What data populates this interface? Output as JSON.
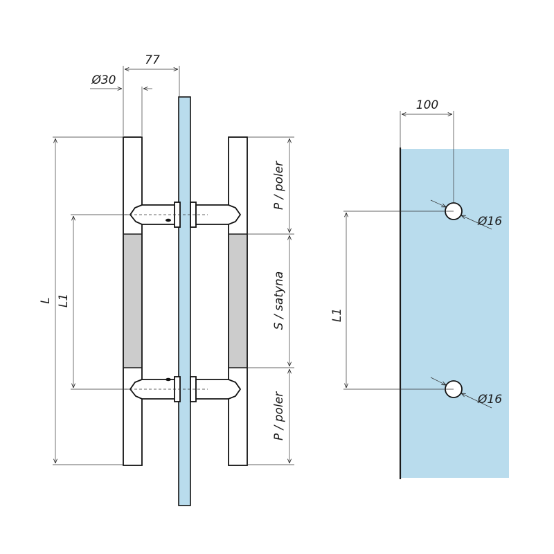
{
  "colors": {
    "glass": "#b9dced",
    "satin": "#cccccc",
    "line": "#111111"
  },
  "dimensions": {
    "offset": "77",
    "diameter_bar": "Ø30",
    "length_total": "L",
    "length_holes": "L1",
    "polished_top": "P / poler",
    "satin_mid": "S / satyna",
    "polished_bottom": "P / poler",
    "glass_edge_distance": "100",
    "hole_diameter_top": "Ø16",
    "hole_diameter_bottom": "Ø16",
    "glass_holes_spacing": "L1"
  }
}
